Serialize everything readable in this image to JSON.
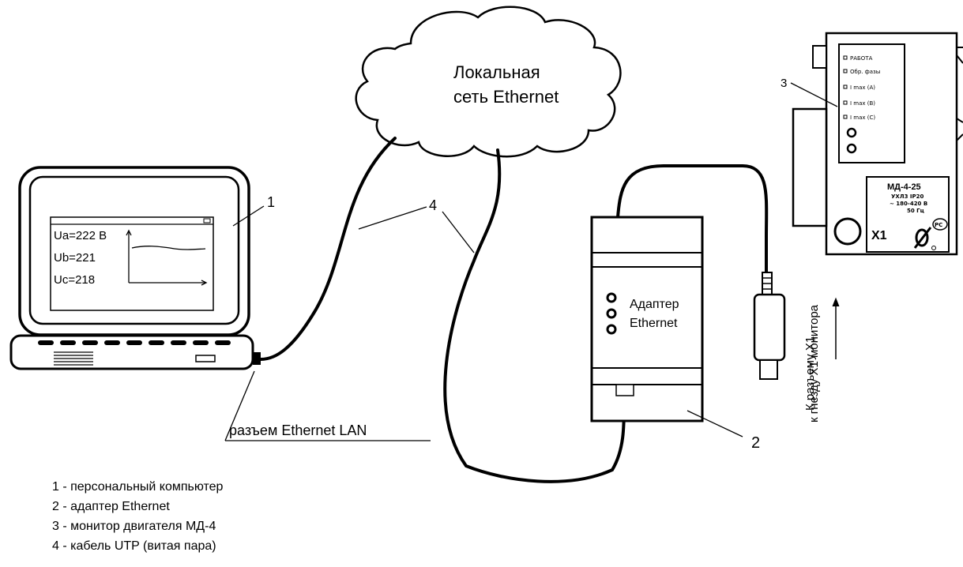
{
  "cloud": {
    "line1": "Локальная",
    "line2": "сеть Ethernet"
  },
  "laptop": {
    "callout": "1",
    "readings": [
      "Ua=222 В",
      "Ub=221",
      "Uc=218"
    ]
  },
  "cable_callout": "4",
  "port_label": "разъем Ethernet LAN",
  "adapter": {
    "line1": "Адаптер",
    "line2": "Ethernet",
    "callout": "2"
  },
  "connector_label": {
    "line1": "к гнезду X1 монитора",
    "line2": "К разъему X1"
  },
  "monitor": {
    "callout": "3",
    "indicators": [
      "РАБОТА",
      "Обр. фазы",
      "I max (A)",
      "I max (B)",
      "I max (C)"
    ],
    "model": "МД-4-25",
    "spec1": "УХЛ3   IP20",
    "spec2": "~ 180-420 В",
    "spec3": "50 Гц",
    "cert": "РС",
    "connector": "X1"
  },
  "legend": [
    "1 - персональный компьютер",
    "2 - адаптер Ethernet",
    "3 - монитор двигателя МД-4",
    "4 - кабель UTP (витая пара)"
  ]
}
